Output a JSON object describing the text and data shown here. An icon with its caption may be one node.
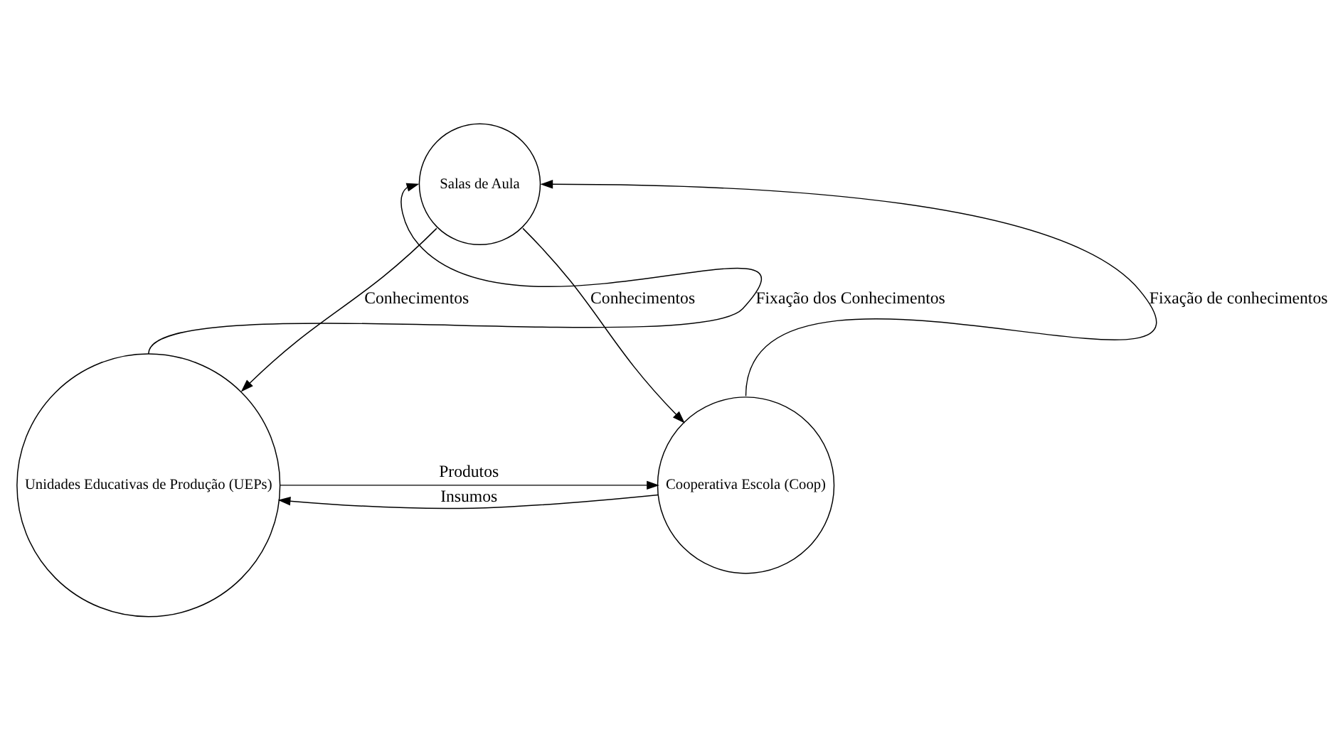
{
  "diagram": {
    "nodes": [
      {
        "text": [
          "Salas de Aula"
        ]
      },
      {
        "text": [
          "Unidades Educativas de Produção (UEPs)"
        ]
      },
      {
        "text": [
          "Cooperativa Escola (Coop)"
        ]
      }
    ],
    "edges": [
      {
        "from": 1,
        "to": 0,
        "arrow": "to",
        "label": "Fixação dos Conhecimentos"
      },
      {
        "from": 0,
        "to": 1,
        "arrow": "to",
        "label": "Conhecimentos"
      },
      {
        "from": 0,
        "to": 2,
        "arrow": "to",
        "label": "Conhecimentos"
      },
      {
        "from": 2,
        "to": 0,
        "arrow": "to",
        "label": "Fixação de conhecimentos"
      },
      {
        "from": 1,
        "to": 2,
        "arrow": "to",
        "label": "Produtos"
      },
      {
        "from": 2,
        "to": 1,
        "arrow": "to",
        "label": "Insumos"
      }
    ]
  }
}
